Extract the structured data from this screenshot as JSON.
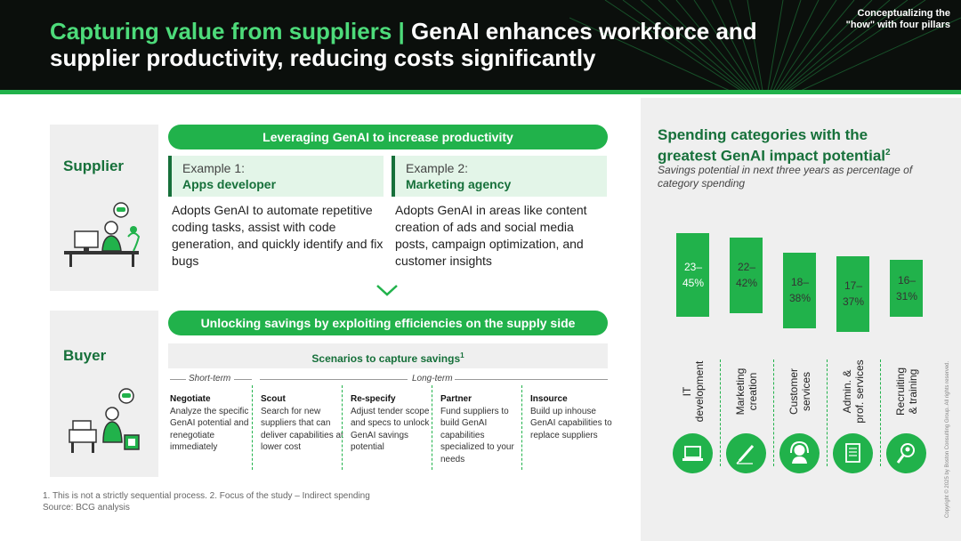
{
  "header": {
    "title_accent": "Capturing value from suppliers |",
    "title_rest": " GenAI enhances workforce and supplier productivity, reducing costs significantly",
    "pillars_line1": "Conceptualizing the",
    "pillars_line2": "\"how\" with four pillars"
  },
  "supplier": {
    "label": "Supplier",
    "pill": "Leveraging GenAI to increase productivity",
    "examples": [
      {
        "number": "Example 1:",
        "name": "Apps developer",
        "description": "Adopts GenAI to automate repetitive coding tasks, assist with code generation, and quickly identify and fix bugs"
      },
      {
        "number": "Example 2:",
        "name": "Marketing agency",
        "description": "Adopts GenAI in areas like content creation of ads and social media posts, campaign optimization, and customer insights"
      }
    ]
  },
  "buyer": {
    "label": "Buyer",
    "pill": "Unlocking savings by exploiting efficiencies on the supply side",
    "scenarios_title": "Scenarios to capture savings",
    "scenarios_sup": "1",
    "short_term": "Short-term",
    "long_term": "Long-term",
    "scenarios": [
      {
        "title": "Negotiate",
        "text": "Analyze the specific GenAI potential and renegotiate immediately"
      },
      {
        "title": "Scout",
        "text": "Search for new suppliers that can deliver capabilities at lower cost"
      },
      {
        "title": "Re-specify",
        "text": "Adjust tender scope and specs to unlock GenAI savings potential"
      },
      {
        "title": "Partner",
        "text": "Fund suppliers to build GenAI capabilities specialized to your needs"
      },
      {
        "title": "Insource",
        "text": "Build up inhouse GenAI capabilities to replace suppliers"
      }
    ]
  },
  "footnotes": {
    "line1": "1. This is not a strictly sequential process. 2. Focus of the study – Indirect spending",
    "line2": "Source: BCG analysis"
  },
  "right_panel": {
    "title": "Spending categories with the greatest GenAI impact potential",
    "title_sup": "2",
    "subtitle": "Savings potential in next three years as percentage of category spending"
  },
  "chart_data": {
    "type": "bar",
    "title": "Spending categories with the greatest GenAI impact potential",
    "subtitle": "Savings potential in next three years as percentage of category spending",
    "categories": [
      "IT development",
      "Marketing creation",
      "Customer services",
      "Admin. & prof. services",
      "Recruiting & training"
    ],
    "category_lines": [
      [
        "IT",
        "development"
      ],
      [
        "Marketing",
        "creation"
      ],
      [
        "Customer",
        "services"
      ],
      [
        "Admin. &",
        "prof. services"
      ],
      [
        "Recruiting",
        "& training"
      ]
    ],
    "ranges": [
      [
        23,
        45
      ],
      [
        22,
        42
      ],
      [
        18,
        38
      ],
      [
        17,
        37
      ],
      [
        16,
        31
      ]
    ],
    "labels_top": [
      "23–",
      "22–",
      "18–",
      "17–",
      "16–"
    ],
    "labels_bottom": [
      "45%",
      "42%",
      "38%",
      "37%",
      "31%"
    ],
    "icons": [
      "laptop-icon",
      "pen-icon",
      "headset-icon",
      "document-icon",
      "magnifier-icon"
    ],
    "color": "#21b24b"
  },
  "copyright": "Copyright © 2025 by Boston Consulting Group. All rights reserved."
}
